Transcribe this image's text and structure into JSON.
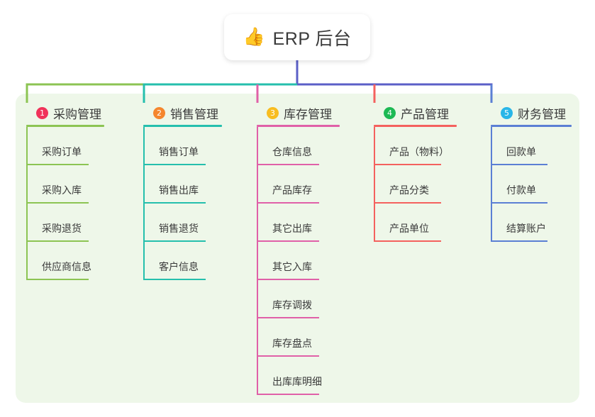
{
  "root": {
    "icon": "thumbs-up-emoji",
    "icon_glyph": "👍",
    "title": "ERP 后台"
  },
  "palette": {
    "panel_bg": "#eef7e9",
    "page_bg": "#ffffff",
    "root_link": "#5b5fc7",
    "branch1": "#8cc453",
    "branch2": "#25bfad",
    "branch3": "#e060a8",
    "branch4": "#f4615e",
    "branch5": "#5b7fd4",
    "badge1": "#f0335a",
    "badge2": "#f5862e",
    "badge3": "#f8bd20",
    "badge4": "#1db954",
    "badge5": "#29b6e8"
  },
  "branches": [
    {
      "number": "1",
      "title": "采购管理",
      "badge_color": "#f0335a",
      "line_color": "#8cc453",
      "items": [
        {
          "label": "采购订单"
        },
        {
          "label": "采购入库"
        },
        {
          "label": "采购退货"
        },
        {
          "label": "供应商信息"
        }
      ]
    },
    {
      "number": "2",
      "title": "销售管理",
      "badge_color": "#f5862e",
      "line_color": "#25bfad",
      "items": [
        {
          "label": "销售订单"
        },
        {
          "label": "销售出库"
        },
        {
          "label": "销售退货"
        },
        {
          "label": "客户信息"
        }
      ]
    },
    {
      "number": "3",
      "title": "库存管理",
      "badge_color": "#f8bd20",
      "line_color": "#e060a8",
      "items": [
        {
          "label": "仓库信息"
        },
        {
          "label": "产品库存"
        },
        {
          "label": "其它出库"
        },
        {
          "label": "其它入库"
        },
        {
          "label": "库存调拨"
        },
        {
          "label": "库存盘点"
        },
        {
          "label": "出库库明细"
        }
      ]
    },
    {
      "number": "4",
      "title": "产品管理",
      "badge_color": "#1db954",
      "line_color": "#f4615e",
      "items": [
        {
          "label": "产品（物料）"
        },
        {
          "label": "产品分类"
        },
        {
          "label": "产品单位"
        }
      ]
    },
    {
      "number": "5",
      "title": "财务管理",
      "badge_color": "#29b6e8",
      "line_color": "#5b7fd4",
      "items": [
        {
          "label": "回款单"
        },
        {
          "label": "付款单"
        },
        {
          "label": "结算账户"
        }
      ]
    }
  ]
}
